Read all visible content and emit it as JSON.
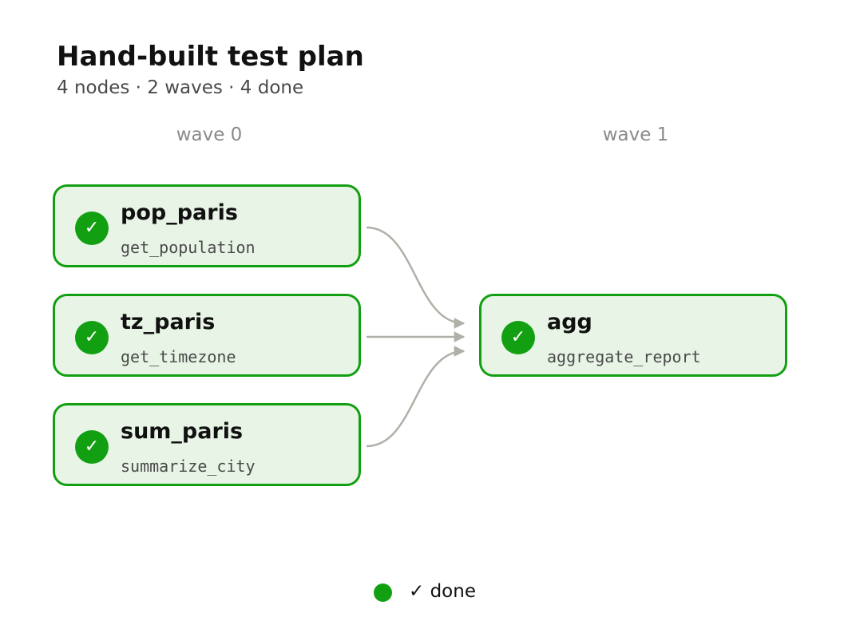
{
  "title": "Hand-built test plan",
  "subtitle": "4 nodes · 2 waves · 4 done",
  "waves": [
    {
      "label": "wave 0"
    },
    {
      "label": "wave 1"
    }
  ],
  "nodes": [
    {
      "id": "pop_paris",
      "name": "pop_paris",
      "tool": "get_population",
      "wave": 0,
      "status": "done",
      "status_glyph": "✓"
    },
    {
      "id": "tz_paris",
      "name": "tz_paris",
      "tool": "get_timezone",
      "wave": 0,
      "status": "done",
      "status_glyph": "✓"
    },
    {
      "id": "sum_paris",
      "name": "sum_paris",
      "tool": "summarize_city",
      "wave": 0,
      "status": "done",
      "status_glyph": "✓"
    },
    {
      "id": "agg",
      "name": "agg",
      "tool": "aggregate_report",
      "wave": 1,
      "status": "done",
      "status_glyph": "✓"
    }
  ],
  "edges": [
    {
      "from": "pop_paris",
      "to": "agg"
    },
    {
      "from": "tz_paris",
      "to": "agg"
    },
    {
      "from": "sum_paris",
      "to": "agg"
    }
  ],
  "legend": [
    {
      "label": "✓ done",
      "color": "#12a012"
    }
  ],
  "colors": {
    "done_green": "#12a012",
    "node_fill": "#e8f5e6",
    "edge_gray": "#b0b0a8"
  }
}
